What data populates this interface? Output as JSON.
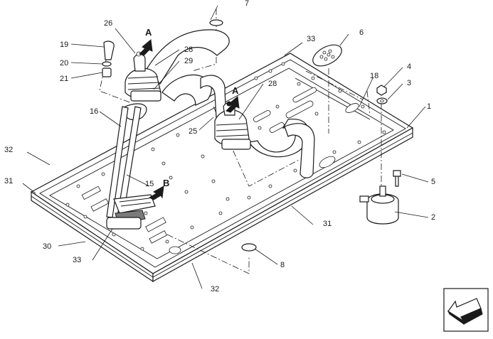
{
  "callouts": {
    "c1": "1",
    "c2": "2",
    "c3": "3",
    "c4": "4",
    "c5": "5",
    "c6": "6",
    "c7": "7",
    "c8": "8",
    "c15": "15",
    "c16": "16",
    "c18": "18",
    "c19": "19",
    "c20": "20",
    "c21": "21",
    "c25": "25",
    "c26": "26",
    "c28a": "28",
    "c28b": "28",
    "c29": "29",
    "c30": "30",
    "c31a": "31",
    "c31b": "31",
    "c32a": "32",
    "c32b": "32",
    "c33a": "33",
    "c33b": "33"
  },
  "view_markers": {
    "a1": "A",
    "a2": "A",
    "b": "B"
  },
  "icons": {
    "orientation": "orientation-arrow-icon"
  }
}
